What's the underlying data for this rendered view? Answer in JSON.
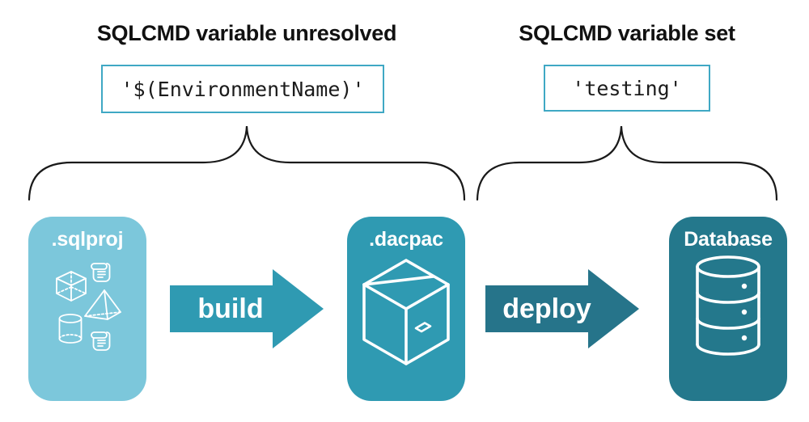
{
  "annotations": {
    "left": {
      "heading": "SQLCMD variable unresolved",
      "code": "'$(EnvironmentName)'"
    },
    "right": {
      "heading": "SQLCMD variable set",
      "code": "'testing'"
    }
  },
  "stages": [
    {
      "id": "sqlproj",
      "label": ".sqlproj",
      "icons": [
        "script-icon",
        "cube-icon",
        "pyramid-icon",
        "cylinder-icon",
        "script-icon"
      ]
    },
    {
      "id": "dacpac",
      "label": ".dacpac",
      "icons": [
        "package-icon"
      ]
    },
    {
      "id": "database",
      "label": "Database",
      "icons": [
        "database-icon"
      ]
    }
  ],
  "arrows": [
    {
      "id": "build",
      "label": "build"
    },
    {
      "id": "deploy",
      "label": "deploy"
    }
  ],
  "colors": {
    "sqlproj_card": "#7cc7db",
    "dacpac_card": "#2f9ab2",
    "database_card": "#24788c",
    "build_arrow": "#2f9ab2",
    "deploy_arrow": "#26748a",
    "code_box_border": "#3fa8c4",
    "heading_text": "#111111",
    "brace_stroke": "#1a1a1a",
    "card_label_text": "#ffffff",
    "icon_stroke": "#ffffff",
    "background": "#ffffff"
  }
}
